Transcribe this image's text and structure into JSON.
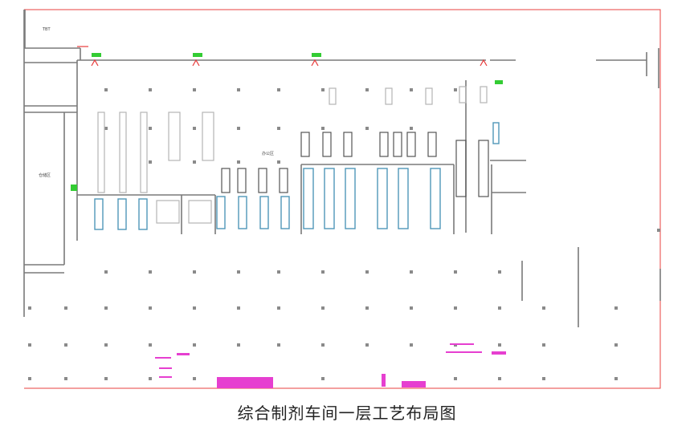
{
  "caption": "综合制剂车间一层工艺布局图",
  "colors": {
    "boundary": "#e8413f",
    "wall": "#7a7a7a",
    "equipment": "#4f97b8",
    "faint_equipment": "#b5b5b5",
    "door_green": "#33cc33",
    "door_red": "#e83a3a",
    "pink": "#e63fd0"
  },
  "labels": {
    "room_top_left": "TBT",
    "room_left_middle": "仓储区",
    "room_center": "办公区"
  }
}
